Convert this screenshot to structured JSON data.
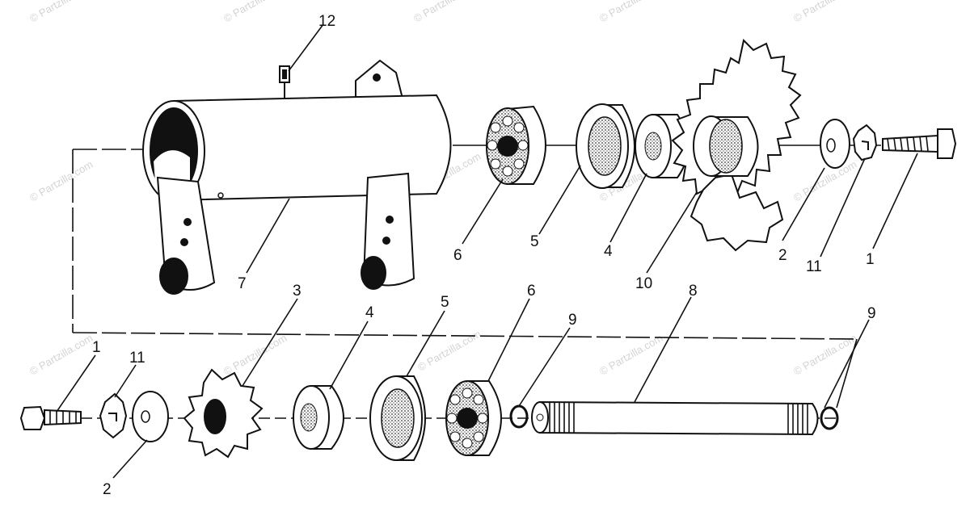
{
  "diagram": {
    "watermark": "© Partzilla.com",
    "callouts": [
      {
        "id": "c12",
        "text": "12"
      },
      {
        "id": "c7",
        "text": "7"
      },
      {
        "id": "c6a",
        "text": "6"
      },
      {
        "id": "c5a",
        "text": "5"
      },
      {
        "id": "c4a",
        "text": "4"
      },
      {
        "id": "c10",
        "text": "10"
      },
      {
        "id": "c2a",
        "text": "2"
      },
      {
        "id": "c11a",
        "text": "11"
      },
      {
        "id": "c1a",
        "text": "1"
      },
      {
        "id": "c3",
        "text": "3"
      },
      {
        "id": "c4b",
        "text": "4"
      },
      {
        "id": "c5b",
        "text": "5"
      },
      {
        "id": "c6b",
        "text": "6"
      },
      {
        "id": "c9a",
        "text": "9"
      },
      {
        "id": "c8",
        "text": "8"
      },
      {
        "id": "c9b",
        "text": "9"
      },
      {
        "id": "c1b",
        "text": "1"
      },
      {
        "id": "c11b",
        "text": "11"
      },
      {
        "id": "c2b",
        "text": "2"
      }
    ]
  }
}
